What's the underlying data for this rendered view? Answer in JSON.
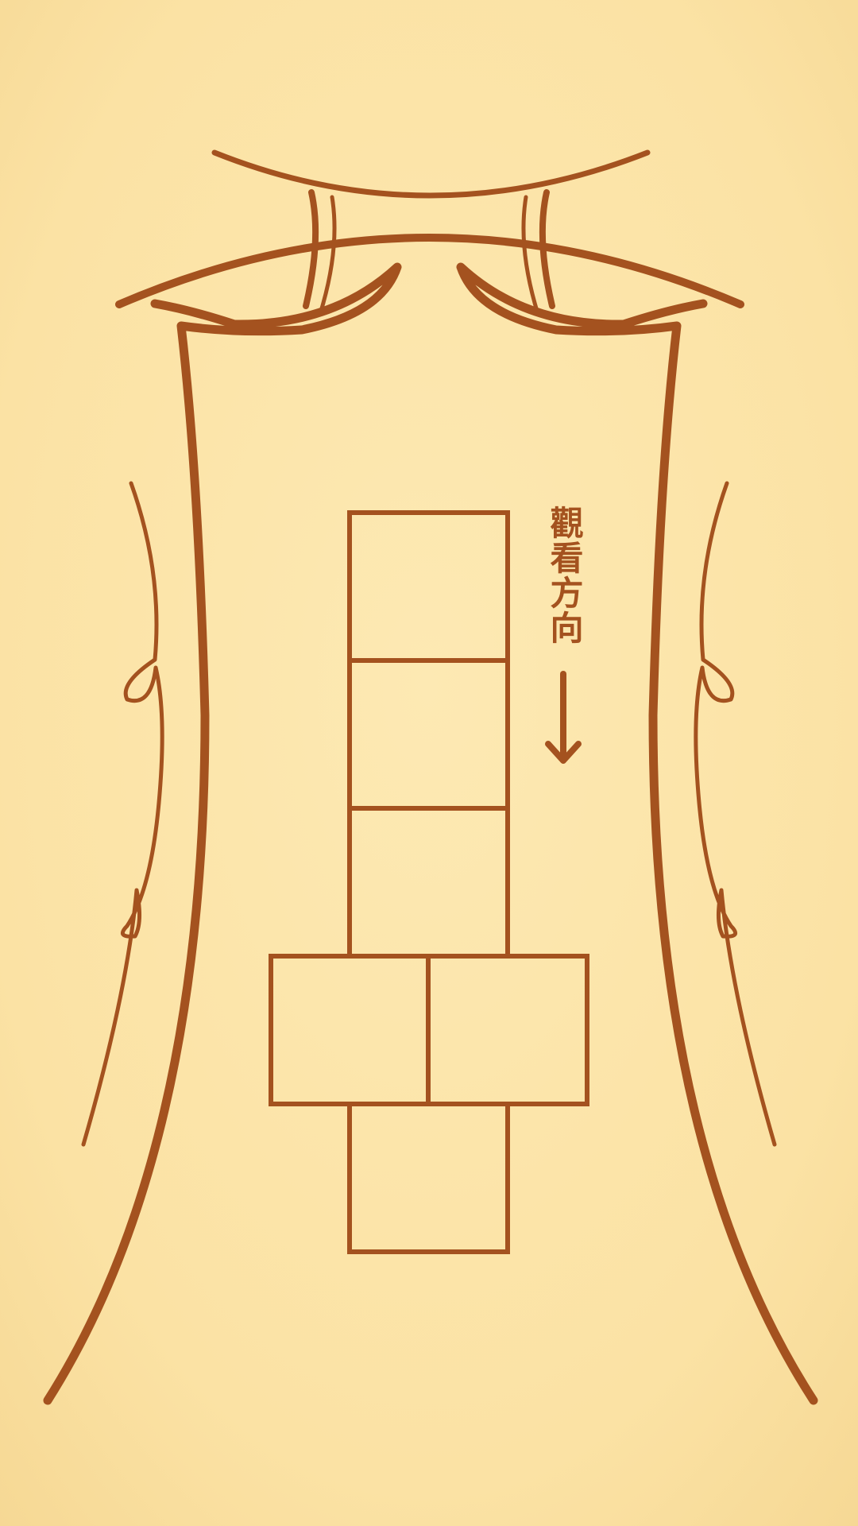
{
  "colors": {
    "background": "#fbe4a9",
    "ink": "#a4521f"
  },
  "label": {
    "text": "觀看方向",
    "arrow_icon": "arrow-down-icon"
  },
  "layout_grid": {
    "description_free": true,
    "top_column_cells": 3,
    "middle_row_cells": 2,
    "bottom_column_cells": 1
  }
}
